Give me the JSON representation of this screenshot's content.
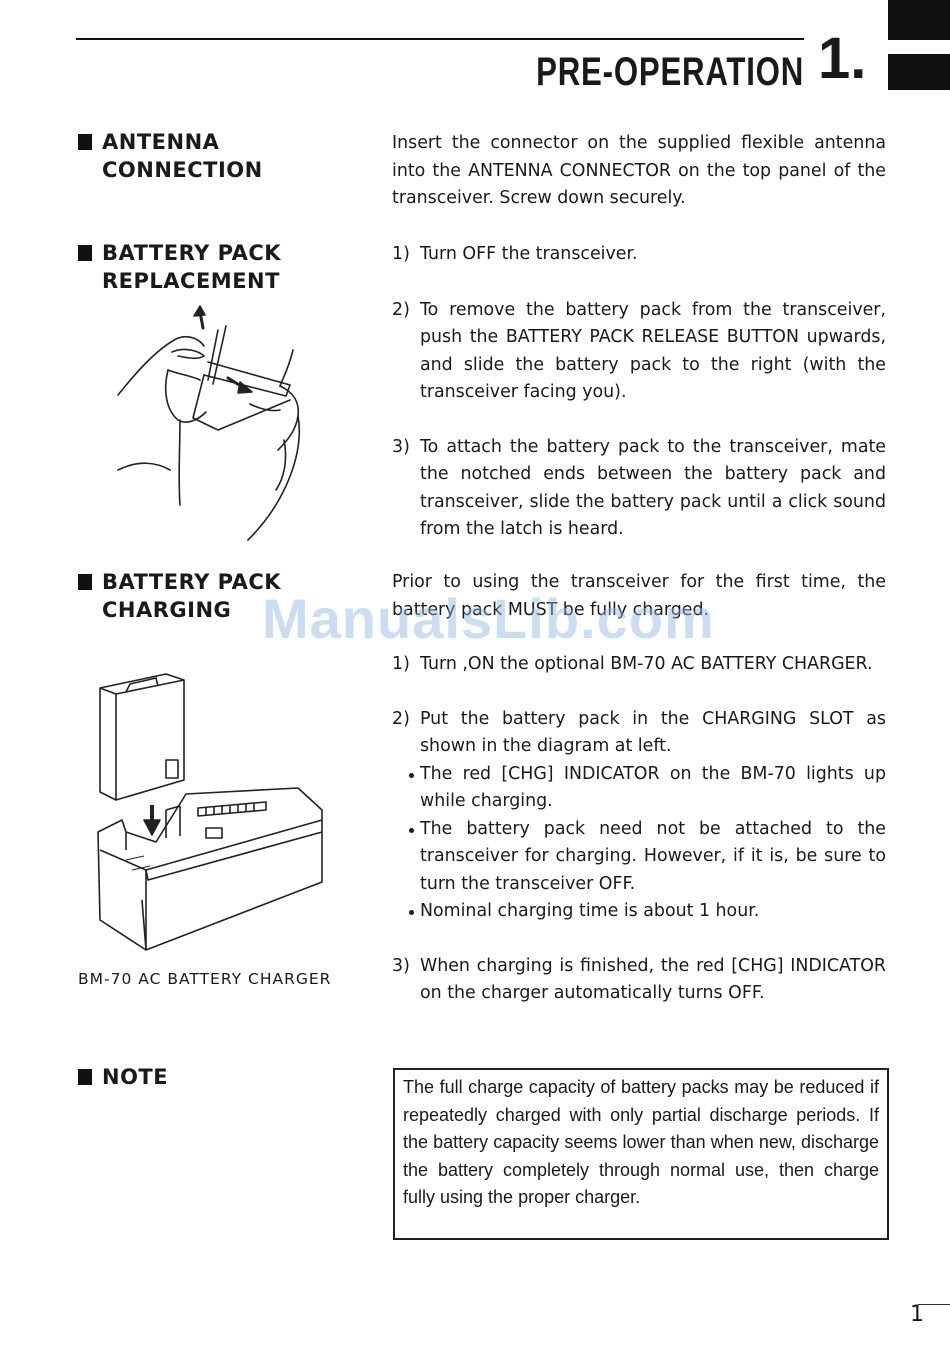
{
  "header": {
    "title": "PRE-OPERATION",
    "chapter_number": "1."
  },
  "sections": {
    "antenna": {
      "heading_line1": "ANTENNA",
      "heading_line2": "CONNECTION",
      "text": "Insert the connector on the supplied flexible antenna into the ANTENNA CONNECTOR on the top panel of the transceiver. Screw down securely."
    },
    "battery_replacement": {
      "heading_line1": "BATTERY PACK",
      "heading_line2": "REPLACEMENT",
      "steps": [
        {
          "num": "1)",
          "text": "Turn OFF the transceiver."
        },
        {
          "num": "2)",
          "text": "To remove the battery pack from the transceiver, push the BATTERY PACK RELEASE BUTTON upwards, and slide the battery pack to the right (with the transceiver facing you)."
        },
        {
          "num": "3)",
          "text": "To attach the battery pack to the transceiver, mate the notched ends between the battery pack and transceiver, slide the battery pack until a click sound from the latch is heard."
        }
      ]
    },
    "battery_charging": {
      "heading_line1": "BATTERY PACK",
      "heading_line2": "CHARGING",
      "intro": "Prior to using the transceiver for the first time, the battery pack MUST be fully charged.",
      "step1": {
        "num": "1)",
        "text": "Turn ,ON the optional BM-70 AC BATTERY CHARGER."
      },
      "step2": {
        "num": "2)",
        "text": "Put the battery pack in the CHARGING SLOT as shown in the diagram at left.",
        "bullets": [
          "The red [CHG] INDICATOR on the BM-70 lights up while charging.",
          "The battery pack need not be attached to the transceiver for charging. However, if it is, be sure to turn the transceiver OFF.",
          "Nominal charging time is about 1 hour."
        ]
      },
      "step3": {
        "num": "3)",
        "text": "When charging is finished, the red [CHG] INDICATOR on the charger automatically turns OFF."
      },
      "figure_caption": "BM-70 AC BATTERY CHARGER"
    },
    "note": {
      "heading": "NOTE",
      "text": "The full charge capacity of battery packs may be reduced if repeatedly charged with only partial discharge periods. If the battery capacity seems lower than when new, discharge the battery completely through normal use, then charge fully using the proper charger."
    }
  },
  "watermark": "ManualsLib.com",
  "page_number": "1"
}
